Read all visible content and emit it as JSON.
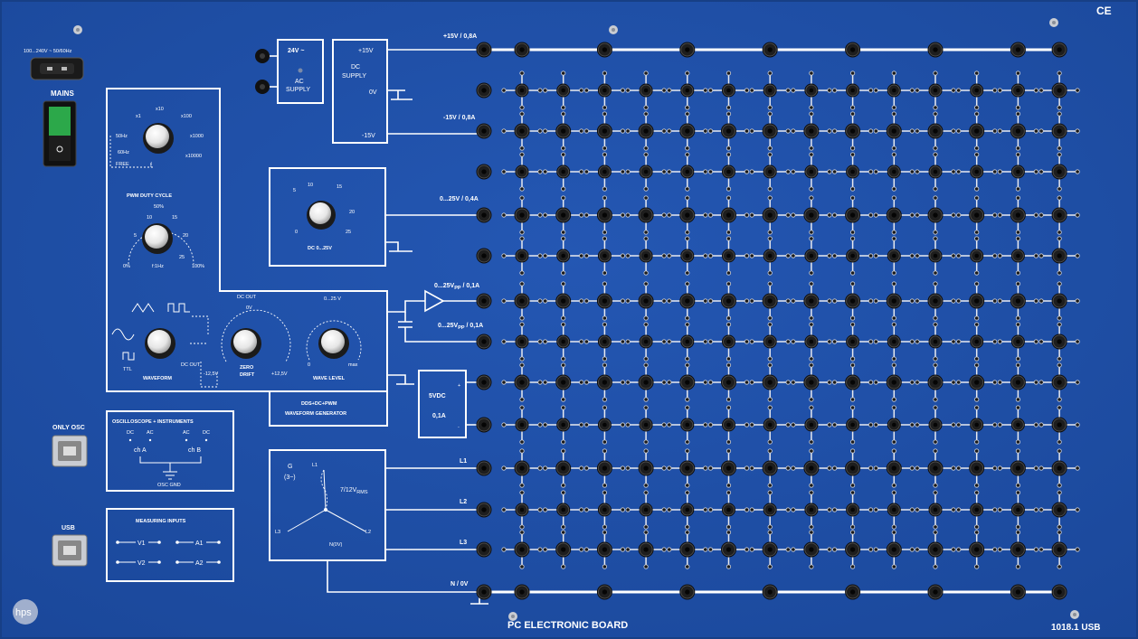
{
  "mains_input": {
    "label": "100...240V ~ 50/60Hz"
  },
  "mains_switch": {
    "label": "MAINS"
  },
  "ac_supply": {
    "voltage": "24V ~",
    "label_a": "AC",
    "label_b": "SUPPLY"
  },
  "dc_supply": {
    "label_a": "DC",
    "label_b": "SUPPLY",
    "plus": "+15V",
    "zero": "0V",
    "minus": "-15V",
    "out_plus": "+15V / 0,8A",
    "out_minus": "-15V / 0,8A"
  },
  "dc_adjustable": {
    "label": "DC 0...25V",
    "output": "0...25V / 0,4A",
    "scale": [
      "0",
      "5",
      "10",
      "15",
      "20",
      "25"
    ]
  },
  "generator": {
    "title_a": "DDS+DC+PWM",
    "title_b": "WAVEFORM GENERATOR",
    "freq_range_labels": [
      "x1",
      "x10",
      "x100",
      "x1000",
      "x10000"
    ],
    "freq_side_labels": [
      "50Hz",
      "60Hz",
      "FREE"
    ],
    "freq_symbol": "f",
    "pwm_title": "PWM DUTY CYCLE",
    "pwm_scale": [
      "50%",
      "10",
      "15",
      "5",
      "20",
      "25",
      "0%",
      "100%"
    ],
    "pwm_freq": "f:1Hz",
    "waveform_label": "WAVEFORM",
    "ttl_label": "TTL",
    "dc_out_label": "DC OUT",
    "dc_out_scale": [
      "0V",
      "-12,5V",
      "+12,5V"
    ],
    "dc_out_small": "DC OUT",
    "zero_drift_a": "ZERO",
    "zero_drift_b": "DRIFT",
    "wave_level_label": "WAVE LEVEL",
    "wave_level_range": "0...25 V",
    "wave_level_min": "0",
    "wave_level_max": "max",
    "out_amp": "0...25V",
    "out_amp_sub": "PP",
    "out_amp_tail": " / 0,1A",
    "out_dc": "0...25V",
    "out_dc_sub": "PP",
    "out_dc_tail": " / 0,1A"
  },
  "supply_5v": {
    "label": "5VDC",
    "current": "0,1A",
    "plus": "+",
    "minus": "-"
  },
  "oscilloscope": {
    "port_label": "ONLY OSC",
    "title": "OSCILLOSCOPE + INSTRUMENTS",
    "mode_a": [
      "DC",
      "AC"
    ],
    "mode_b": [
      "AC",
      "DC"
    ],
    "ch_a": "ch A",
    "ch_b": "ch B",
    "gnd": "OSC GND"
  },
  "usb": {
    "port_label": "USB"
  },
  "measuring": {
    "title": "MEASURING INPUTS",
    "inputs": [
      "V1",
      "A1",
      "V2",
      "A2"
    ]
  },
  "three_phase": {
    "g_label": "G",
    "g_sub": "(3~)",
    "voltage": "7/12V",
    "voltage_sub": "RMS",
    "l1": "L1",
    "l2": "L2",
    "l3": "L3",
    "neutral": "N(0V)",
    "out_l1": "L1",
    "out_l2": "L2",
    "out_l3": "L3",
    "out_n": "N / 0V"
  },
  "branding": {
    "logo": "hps",
    "board_name": "PC ELECTRONIC BOARD",
    "model": "1018.1 USB",
    "ce_mark": "CE"
  },
  "colors": {
    "panel_blue": "#1d4fa6",
    "panel_edge": "#173f86",
    "socket_dark": "#111111",
    "line_white": "#ffffff"
  }
}
